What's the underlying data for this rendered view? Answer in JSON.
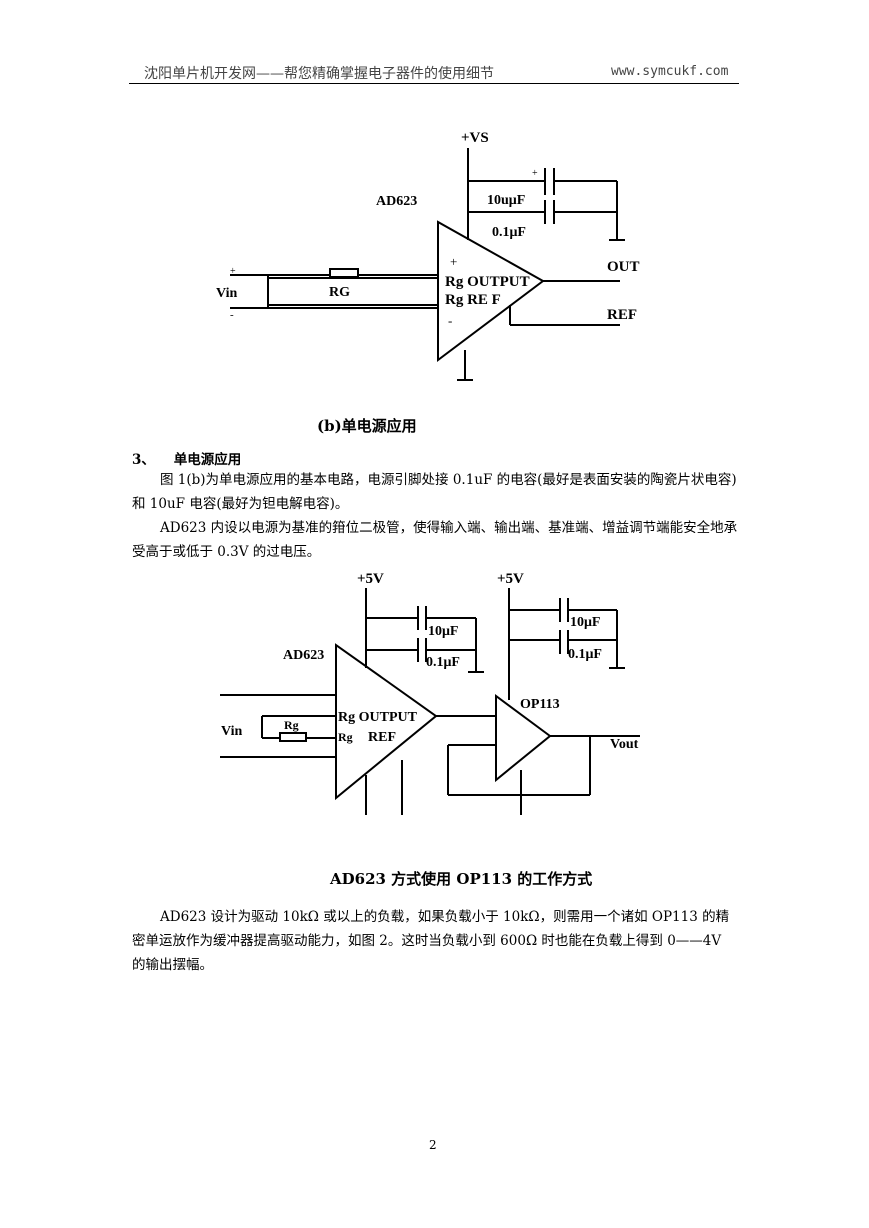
{
  "header": {
    "left": "沈阳单片机开发网——帮您精确掌握电子器件的使用细节",
    "right": "www.symcukf.com"
  },
  "figure1": {
    "supply": "+VS",
    "chip": "AD623",
    "cap1": "10uμF",
    "cap2": "0.1μF",
    "plus": "+",
    "minus": "-",
    "vin": "Vin",
    "rg": "RG",
    "pin_rg1": "Rg OUTPUT",
    "pin_rg2": "Rg RE F",
    "out": "OUT",
    "ref": "REF",
    "caption": "(b)单电源应用"
  },
  "section": {
    "number": "3、",
    "title": "单电源应用"
  },
  "paragraphs": [
    "图 1(b)为单电源应用的基本电路，电源引脚处接 0.1uF 的电容(最好是表面安装的陶瓷片状电容)和 10uF 电容(最好为钽电解电容)。",
    "AD623 内设以电源为基准的箝位二极管，使得输入端、输出端、基准端、增益调节端能安全地承受高于或低于 0.3V 的过电压。"
  ],
  "figure2": {
    "supply1": "+5V",
    "supply2": "+5V",
    "chip": "AD623",
    "cap1a": "10μF",
    "cap1b": "0.1μF",
    "cap2a": "10μF",
    "cap2b": "0.1μF",
    "vin": "Vin",
    "rg": "Rg",
    "pin_rg1": "Rg OUTPUT",
    "pin_rg2": "Rg",
    "ref": "REF",
    "opamp": "OP113",
    "vout": "Vout",
    "caption": "AD623 方式使用 OP113 的工作方式"
  },
  "paragraph3": "AD623 设计为驱动 10kΩ 或以上的负载，如果负载小于 10kΩ，则需用一个诸如 OP113 的精密单运放作为缓冲器提高驱动能力，如图 2。这时当负载小到 600Ω 时也能在负载上得到 0——4V 的输出摆幅。",
  "page_number": "2"
}
